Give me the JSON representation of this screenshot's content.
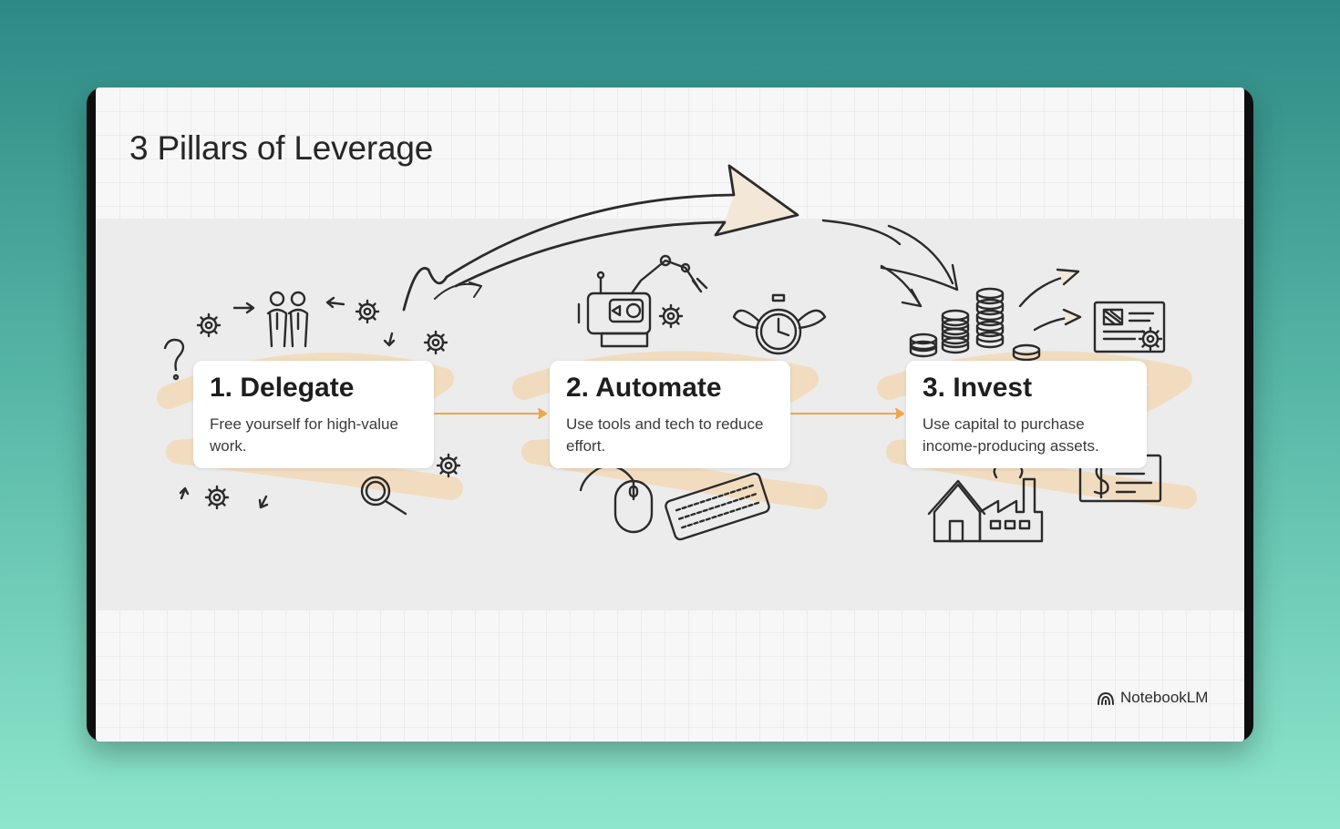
{
  "slide": {
    "title": "3 Pillars of Leverage",
    "brand": "NotebookLM",
    "accent_color": "#f0a54a",
    "sketch_color": "#2b2b2b",
    "highlight_color": "#f3d9b8"
  },
  "pillars": [
    {
      "title": "1. Delegate",
      "description": "Free yourself for high-value work.",
      "icons": [
        "gear-icon",
        "people-icon",
        "question-mark-icon",
        "magnifier-icon",
        "arrow-icon"
      ]
    },
    {
      "title": "2. Automate",
      "description": "Use tools and tech to reduce effort.",
      "icons": [
        "robot-arm-icon",
        "machine-icon",
        "gear-icon",
        "flying-clock-icon",
        "mouse-icon",
        "keyboard-icon"
      ]
    },
    {
      "title": "3. Invest",
      "description": "Use capital to purchase income-producing assets.",
      "icons": [
        "coin-stack-icon",
        "document-icon",
        "trend-arrow-icon",
        "house-icon",
        "factory-icon",
        "check-icon"
      ]
    }
  ]
}
